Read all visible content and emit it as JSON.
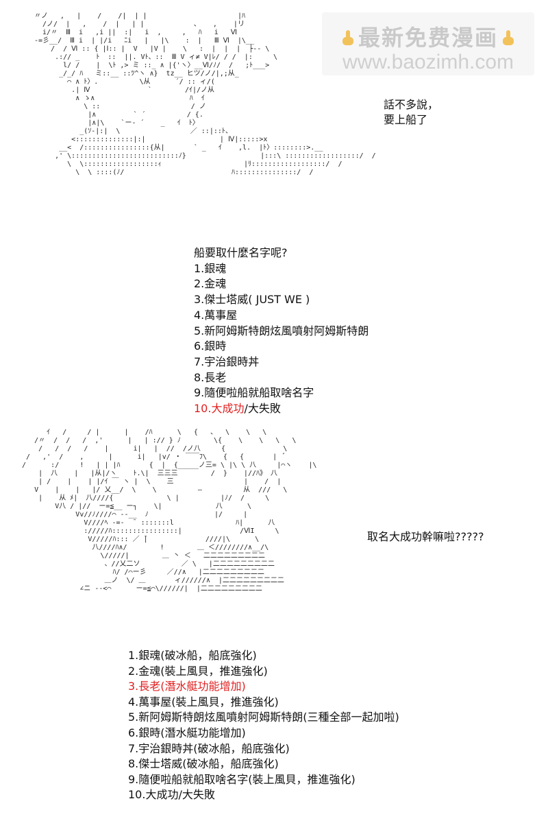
{
  "watermark": {
    "line1": "最新免费漫画",
    "line2": "www.baozimh.com",
    "icon": "pointing-hand-icon"
  },
  "art": {
    "top": "〃ノ   ,   |    /    /|  | |                      |ﾊ\n  /ノ/  |   ,    /  |   | |            、   ,    |リ\n  i/〃  Ⅲ  i   ,i ||  :|   i  ,     ,   ﾊ   i   Ⅵ\n-=彡__/  Ⅲ i  | |/i   ﾆi   |   |\\    :  |   Ⅲ Ⅵ  |\\__\n    /  / Ⅵ :: { |Ⅰ:: |  V   |V |    \\   :  |  |  |  ├-- \\\n     .:// _    ﾄ  ::  ||. Vﾄ、::  Ⅲ V ィ≠ V|ﾚ/ / /  |:     \\\n       l/ /    |  \\ﾄ ,> ミ ::_ ∧ |{'ヽ〉__Ⅵ/ﾉ/  /   ;ﾄ___>\n      _/_/ ﾊ   ミ::__ ::ﾂ^ヽ ∧}  tz__ ヒツ/ノ/|,;从_\n        ⌒ ∧ ﾄ〉.          \\从      ´/ :: ィ/(\n         .| Ⅳ              `        /ｲ|/ノ从\n          ∧ ゝ∧                       ﾊ  ｲ\n            \\ ::                      / ノ\n             |∧         ` ´          / {.\n             |∧|\\    `ー‐ ´    _   ｲ  ﾄ〉\n           _(ｿ‐|:|  \\                 ／ ::|::ﾄ、\n         <::::::::::::::|:|                  | Ⅳ|:::::>x\n      __<  /::::::::::::::::{从|       ` _   ｲ    ,l.  |ﾄ〉::::::::>.__\n     ,' \\::::::::::::::::::::::::::ﾉ}                  |:::\\ ::::::::::::::::::/  /\n        \\  \\::::::::::::::::::ｨ                    |ﾘ::::::::::::::::::/  /\n          \\  \\ ::::(ﾉ/                          ﾊ:::::::::::::::/  /",
    "bottom": "        ｲ   /     / |      |    /ﾊ      \\   {   、  \\    \\   \\\n     /〃  /  /   /  ,'      |   | :// } ﾉ        \\{    \\    \\   \\   \\\n      /   /  /   /    |      i|   |  //  /ノ八     {              \\\n   /   ,'  /    ,      |      i|   |v/ ・ ￣￣ﾌ\\    {   {       |  ﾞ\n  /      :/     !   | | |ﾊ       {  |  {_____ノ三= \\ |\\ \\ 八     |⌒ヽ    |\\\n      |  八    |   |从|/ヽ    ﾄ.\\|  三三三        /  }    |//ﾊ》 八\n      | /    |    | |/ｲ ￣ ヽ |  \\    三                 |    /  |\n     V    |    |   |/ 乂__/  \\    \\          ―          从  ///   \\\n      |    从 ﾒ|  八////{             \\ |          |ﾉ/  /     \\\n          V八 / |//  ー=≦__ ー┐    \\|             八      \\\n               Vv//ﾉ////⌒ ‐‐__  ﾉ                |/     |\n                 V////ﾍ ‐=‐  ̄  :::::::l               ﾊ|      八\n                 ://///ﾊ::::::::::::::::|              /ⅥI     \\\n                  V/////ﾊ::: ／ ̄|              ////|\\      \\\n                   八////ﾊ∧/        !        ＿ ＜////////∧__/\\\n                     \\/////|        ＿ 丶 ＜   二二二二二二二二二\n                      、//乂二ソ          ／ \\   |二二二二二二二二二\n                        ﾊ/ /⌒ー彡     ／//∧   |二二二二二二二二二\n                      ＿ノ  \\/ ＿       ィ//////∧  |二二二二二二二二二\n                ∠ニ ‐‐<⌒      ー=≦⌒\\//////|  |二二二二二二二二二"
  },
  "caption1": [
    "話不多說，",
    "要上船了"
  ],
  "list1": {
    "title": "船要取什麼名字呢?",
    "items": [
      "1.銀魂",
      "2.金魂",
      "3.傑士塔威( JUST WE )",
      "4.萬事屋",
      "5.新阿姆斯特朗炫風噴射阿姆斯特朗",
      "6.銀時",
      "7.宇治銀時丼",
      "8.長老",
      "9.隨便啦船就船取啥名字"
    ],
    "last_red": "10.大成功",
    "last_rest": "/大失敗"
  },
  "caption2": "取名大成功幹嘛啦?????",
  "list2": {
    "items": [
      "1.銀魂(破冰船，船底強化)",
      "2.金魂(裝上風貝，推進強化)",
      "3.長老(潛水艇功能增加)",
      "4.萬事屋(裝上風貝，推進強化)",
      "5.新阿姆斯特朗炫風噴射阿姆斯特朗(三種全部一起加啦)",
      "6.銀時(潛水艇功能增加)",
      "7.宇治銀時丼(破冰船，船底強化)",
      "8.傑士塔威(破冰船，船底強化)",
      "9.隨便啦船就船取啥名字(裝上風貝，推進強化)",
      "10.大成功/大失敗"
    ],
    "highlight_index": 2
  },
  "colors": {
    "highlight": "#e02020",
    "text": "#111111",
    "watermark": "#c9c9c9"
  }
}
